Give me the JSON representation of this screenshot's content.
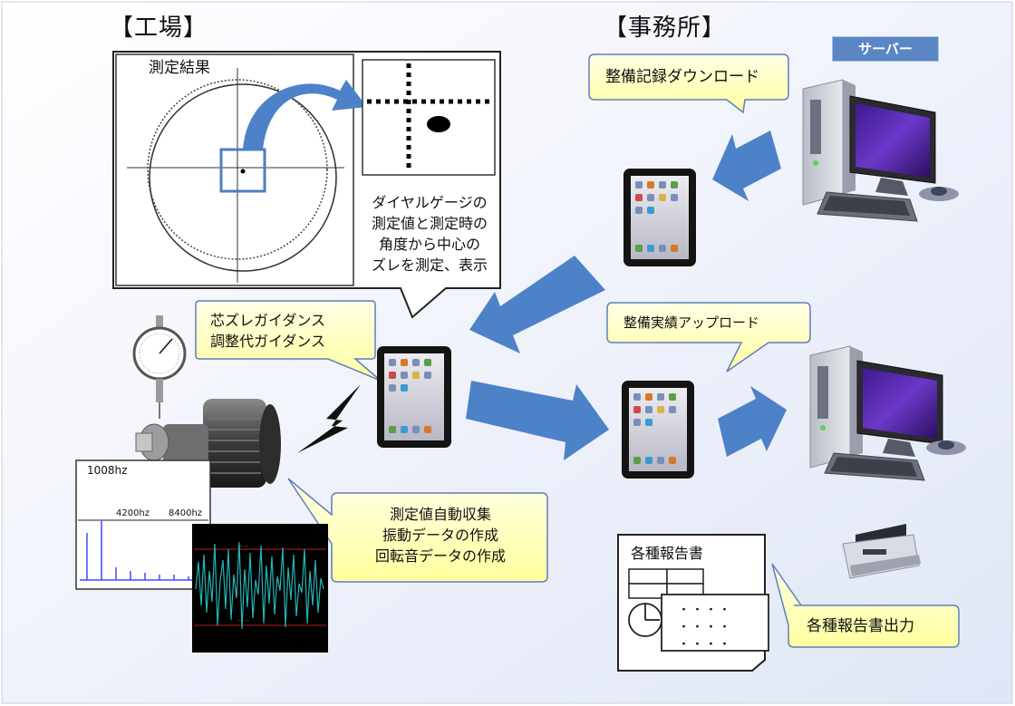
{
  "sections": {
    "factory": "【工場】",
    "office": "【事務所】"
  },
  "server_badge": "サーバー",
  "measurement": {
    "title": "測定結果",
    "note_lines": [
      "ダイヤルゲージの",
      "測定値と測定時の",
      "角度から中心の",
      "ズレを測定、表示"
    ]
  },
  "callouts": {
    "download": "整備記録ダウンロード",
    "upload": "整備実績アップロード",
    "guidance": [
      "芯ズレガイダンス",
      "調整代ガイダンス"
    ],
    "auto_collect": [
      "測定値自動収集",
      "振動データの作成",
      "回転音データの作成"
    ],
    "report_output": "各種報告書出力"
  },
  "report_doc": {
    "title": "各種報告書",
    "dots": [
      "・・・・",
      "・・・・",
      "・・・・"
    ]
  },
  "spectrum": {
    "label": "1008hz",
    "ticks": [
      "4200hz",
      "8400hz"
    ]
  },
  "colors": {
    "callout_fill": "#ffffc4",
    "callout_stroke": "#5e7fbf",
    "arrow_blue": "#4d82c9",
    "panel_stroke": "#222222"
  }
}
